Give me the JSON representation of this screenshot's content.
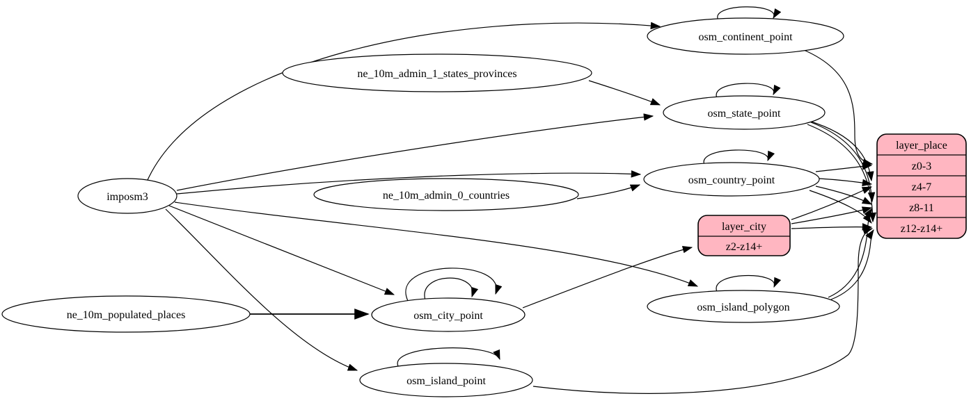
{
  "diagram": {
    "type": "etl-graph",
    "background": "#ffffff",
    "colors": {
      "node_fill": "#ffffff",
      "record_fill": "#ffb6c1",
      "stroke": "#000000",
      "text": "#000000"
    },
    "nodes": {
      "imposm3": {
        "label": "imposm3",
        "shape": "ellipse"
      },
      "ne_10m_admin_1_states_provinces": {
        "label": "ne_10m_admin_1_states_provinces",
        "shape": "ellipse"
      },
      "ne_10m_admin_0_countries": {
        "label": "ne_10m_admin_0_countries",
        "shape": "ellipse"
      },
      "ne_10m_populated_places": {
        "label": "ne_10m_populated_places",
        "shape": "ellipse"
      },
      "osm_continent_point": {
        "label": "osm_continent_point",
        "shape": "ellipse"
      },
      "osm_state_point": {
        "label": "osm_state_point",
        "shape": "ellipse"
      },
      "osm_country_point": {
        "label": "osm_country_point",
        "shape": "ellipse"
      },
      "osm_city_point": {
        "label": "osm_city_point",
        "shape": "ellipse"
      },
      "osm_island_polygon": {
        "label": "osm_island_polygon",
        "shape": "ellipse"
      },
      "osm_island_point": {
        "label": "osm_island_point",
        "shape": "ellipse"
      }
    },
    "records": {
      "layer_place": {
        "title": "layer_place",
        "rows": [
          "z0-3",
          "z4-7",
          "z8-11",
          "z12-z14+"
        ]
      },
      "layer_city": {
        "title": "layer_city",
        "rows": [
          "z2-z14+"
        ]
      }
    },
    "edges": [
      {
        "from": "imposm3",
        "to": "osm_continent_point"
      },
      {
        "from": "imposm3",
        "to": "osm_state_point"
      },
      {
        "from": "imposm3",
        "to": "osm_country_point"
      },
      {
        "from": "imposm3",
        "to": "osm_city_point"
      },
      {
        "from": "imposm3",
        "to": "osm_island_polygon"
      },
      {
        "from": "imposm3",
        "to": "osm_island_point"
      },
      {
        "from": "ne_10m_admin_1_states_provinces",
        "to": "osm_state_point"
      },
      {
        "from": "ne_10m_admin_0_countries",
        "to": "osm_country_point"
      },
      {
        "from": "ne_10m_populated_places",
        "to": "osm_city_point"
      },
      {
        "from": "osm_city_point",
        "to": "layer_city:z2-z14+"
      },
      {
        "from": "osm_continent_point",
        "to": "layer_place:z0-3"
      },
      {
        "from": "osm_country_point",
        "to": "layer_place:z0-3"
      },
      {
        "from": "osm_country_point",
        "to": "layer_place:z4-7"
      },
      {
        "from": "osm_country_point",
        "to": "layer_place:z8-11"
      },
      {
        "from": "osm_country_point",
        "to": "layer_place:z12-z14+"
      },
      {
        "from": "osm_state_point",
        "to": "layer_place:z4-7"
      },
      {
        "from": "osm_state_point",
        "to": "layer_place:z8-11"
      },
      {
        "from": "osm_state_point",
        "to": "layer_place:z12-z14+"
      },
      {
        "from": "layer_city",
        "to": "layer_place:z4-7"
      },
      {
        "from": "layer_city",
        "to": "layer_place:z8-11"
      },
      {
        "from": "layer_city",
        "to": "layer_place:z12-z14+"
      },
      {
        "from": "osm_island_polygon",
        "to": "layer_place:z8-11"
      },
      {
        "from": "osm_island_polygon",
        "to": "layer_place:z12-z14+"
      },
      {
        "from": "osm_island_point",
        "to": "layer_place:z12-z14+"
      }
    ],
    "self_loops": [
      {
        "node": "osm_continent_point",
        "count": 1
      },
      {
        "node": "osm_state_point",
        "count": 1
      },
      {
        "node": "osm_country_point",
        "count": 1
      },
      {
        "node": "osm_city_point",
        "count": 2
      },
      {
        "node": "osm_island_polygon",
        "count": 1
      },
      {
        "node": "osm_island_point",
        "count": 1
      }
    ]
  }
}
